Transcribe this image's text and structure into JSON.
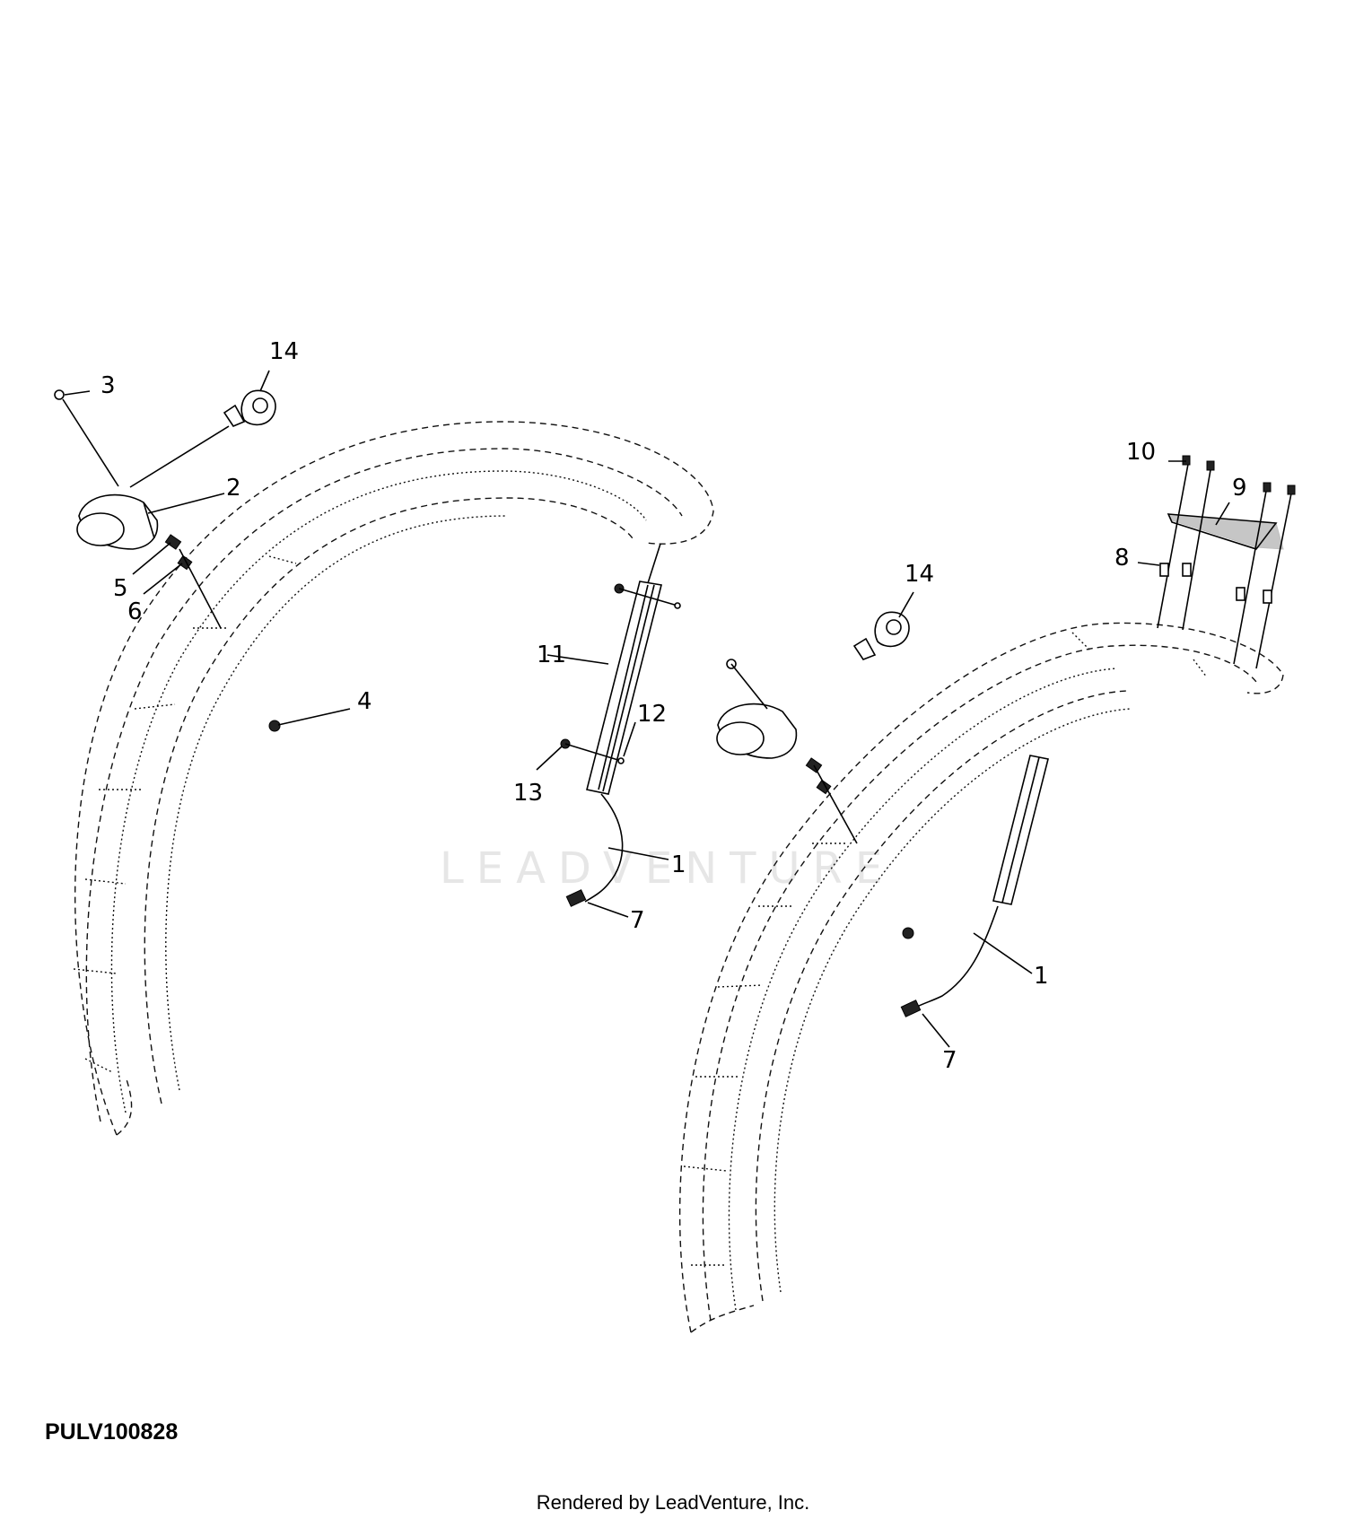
{
  "diagram": {
    "figure_id": "PULV100828",
    "credit": "Rendered by LeadVenture, Inc.",
    "watermark": "LEADVENTURE",
    "callouts": {
      "c1a": "1",
      "c1b": "1",
      "c2": "2",
      "c3": "3",
      "c4": "4",
      "c5": "5",
      "c6": "6",
      "c7a": "7",
      "c7b": "7",
      "c8": "8",
      "c9": "9",
      "c10": "10",
      "c11": "11",
      "c12": "12",
      "c13": "13",
      "c14a": "14",
      "c14b": "14"
    }
  }
}
